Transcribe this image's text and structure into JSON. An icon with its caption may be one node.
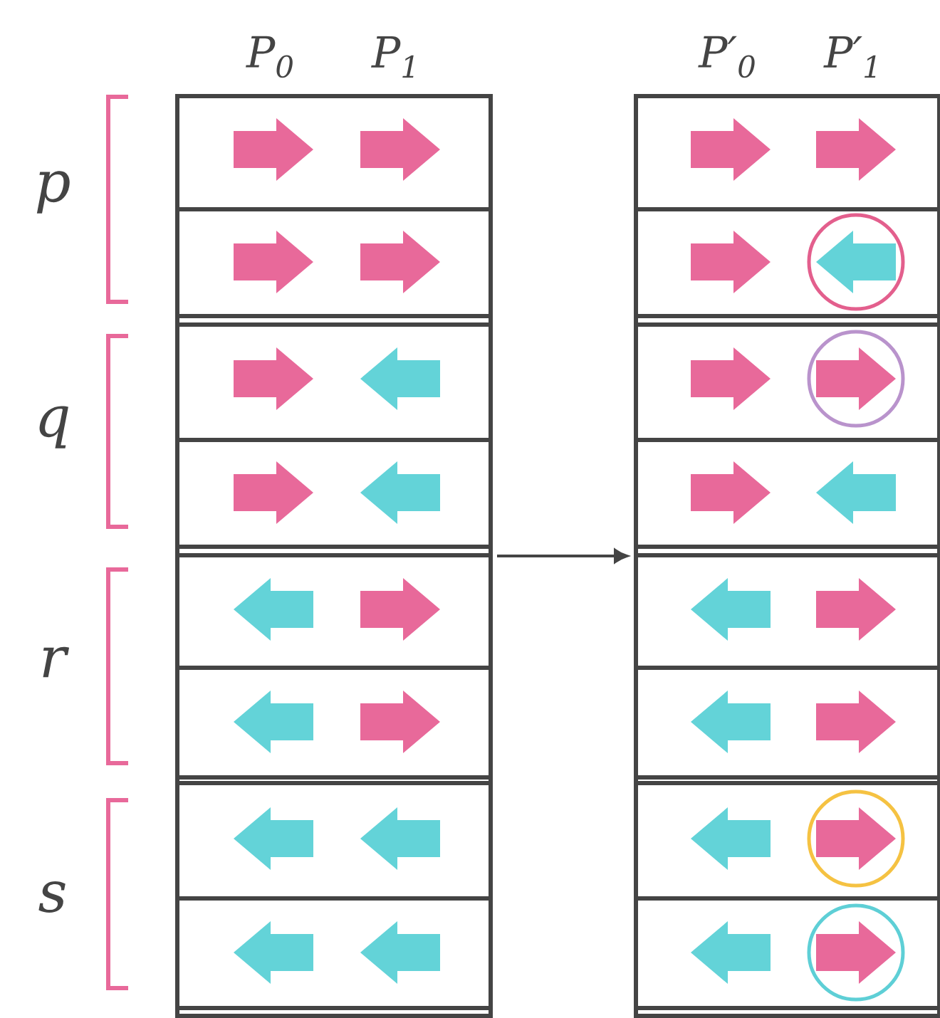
{
  "diagram": {
    "nodes": [
      {
        "text": [
          "P$_{0}$",
          "P$_{1}$"
        ]
      },
      {
        "text": [
          "P′$_{0}$",
          "P′$_{1}$"
        ]
      }
    ],
    "edges": [
      {
        "from": 0,
        "to": 1,
        "arrow": "to"
      }
    ],
    "labels": [
      "p",
      "q",
      "r",
      "s"
    ]
  }
}
